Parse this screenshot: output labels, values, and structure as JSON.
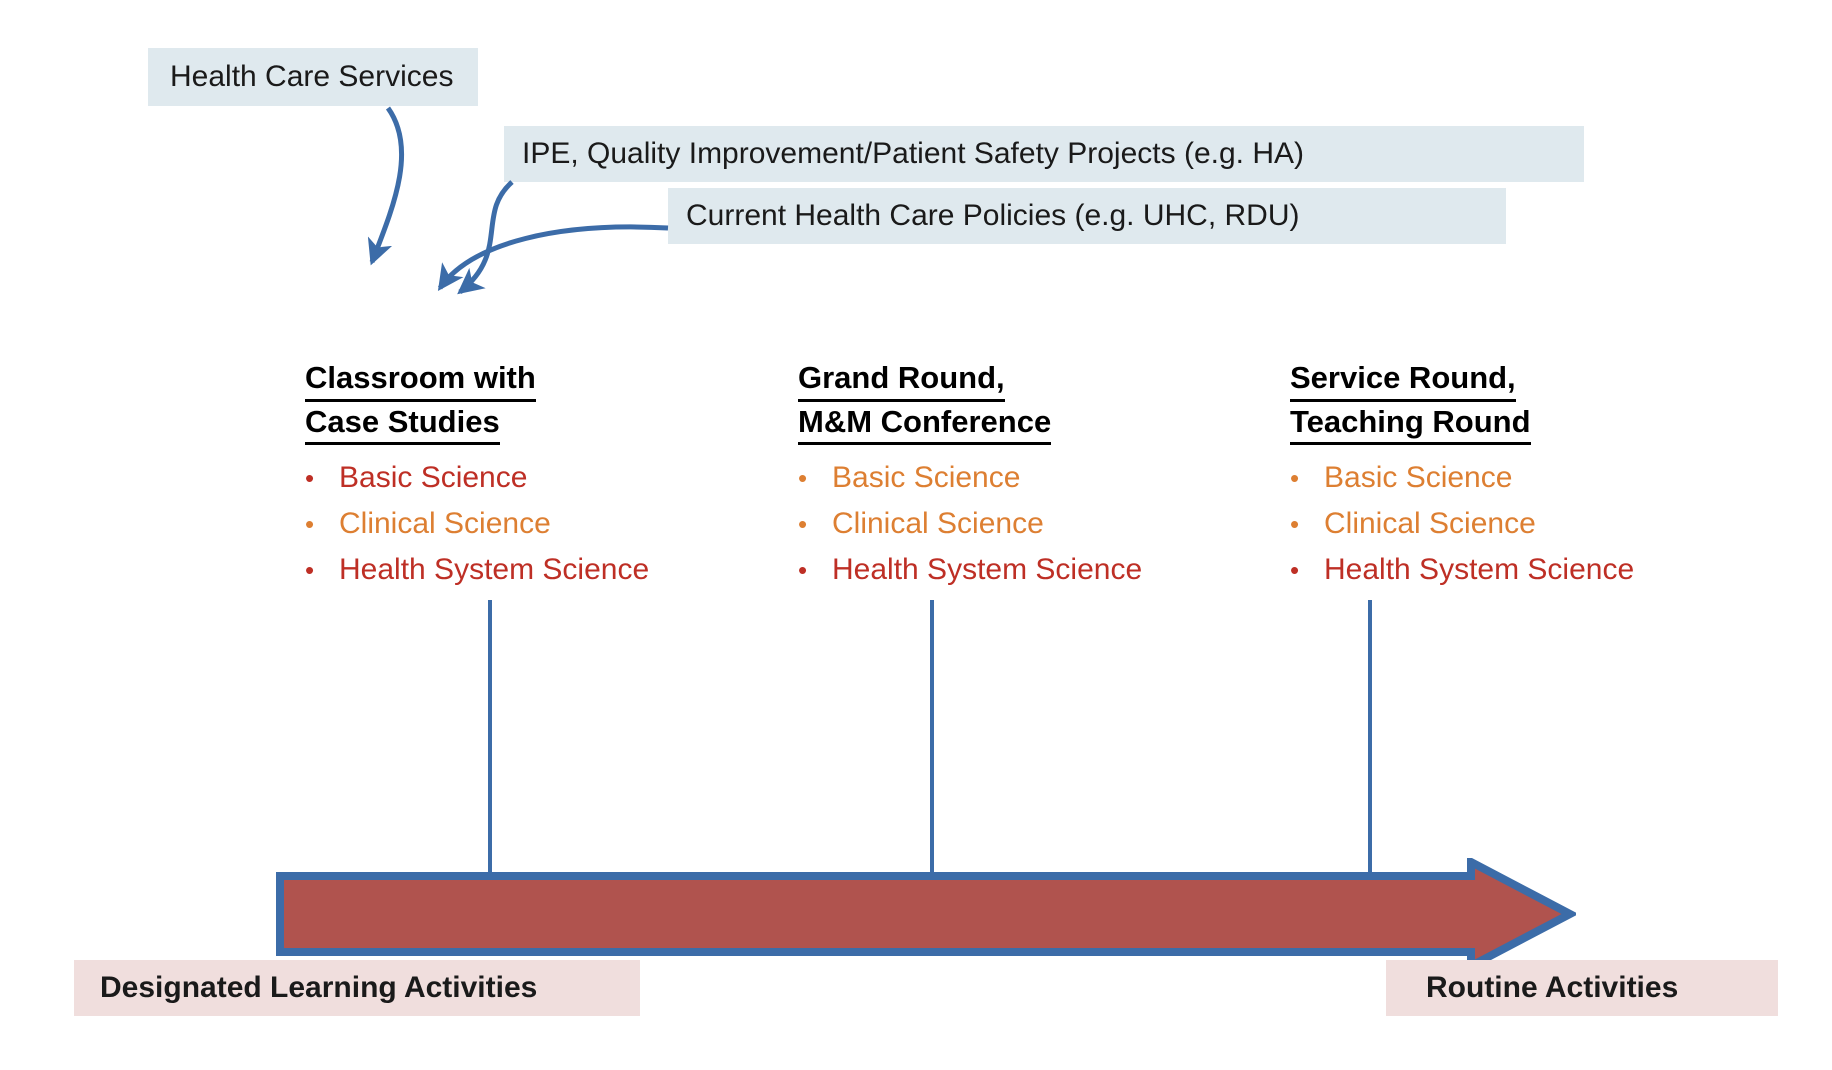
{
  "sources": [
    {
      "id": "health-care-services",
      "label": "Health Care Services"
    },
    {
      "id": "ipe-quality",
      "label": "IPE, Quality Improvement/Patient Safety Projects (e.g. HA)"
    },
    {
      "id": "policies",
      "label": "Current Health Care Policies (e.g. UHC, RDU)"
    }
  ],
  "columns": [
    {
      "id": "classroom",
      "title_line1": "Classroom with",
      "title_line2": "Case Studies",
      "bullets": [
        {
          "label": "Basic Science",
          "color": "#be2f25"
        },
        {
          "label": "Clinical Science",
          "color": "#dd7f32"
        },
        {
          "label": "Health System Science",
          "color": "#be2f25"
        }
      ]
    },
    {
      "id": "grand-round",
      "title_line1": "Grand Round,",
      "title_line2": "M&M Conference",
      "bullets": [
        {
          "label": "Basic Science",
          "color": "#dd7f32"
        },
        {
          "label": "Clinical Science",
          "color": "#dd7f32"
        },
        {
          "label": "Health System Science",
          "color": "#be2f25"
        }
      ]
    },
    {
      "id": "service-round",
      "title_line1": "Service Round,",
      "title_line2": "Teaching Round",
      "bullets": [
        {
          "label": "Basic Science",
          "color": "#dd7f32"
        },
        {
          "label": "Clinical Science",
          "color": "#dd7f32"
        },
        {
          "label": "Health System Science",
          "color": "#be2f25"
        }
      ]
    }
  ],
  "axis": {
    "left_label": "Designated Learning Activities",
    "right_label": "Routine Activities"
  },
  "colors": {
    "source_box_bg": "#dfe9ee",
    "end_box_bg": "#f0dedd",
    "arrow_fill": "#b0534e",
    "arrow_stroke": "#3c6ca8",
    "connector": "#3c6ca8",
    "basic_science_red": "#be2f25",
    "clinical_science_orange": "#dd7f32",
    "title_text": "#000000"
  }
}
